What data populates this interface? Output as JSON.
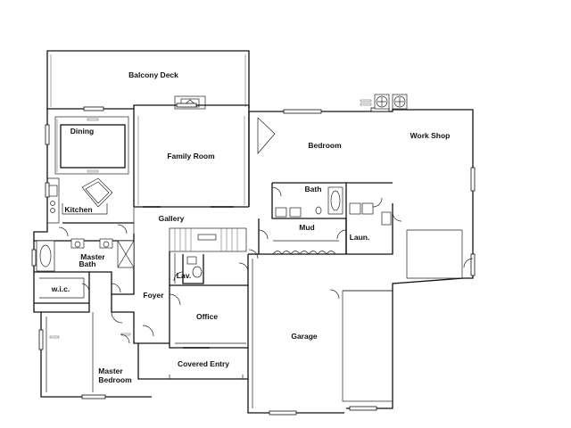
{
  "rooms": {
    "balcony_deck": "Balcony Deck",
    "dining": "Dining",
    "family_room": "Family Room",
    "bedroom": "Bedroom",
    "work_shop": "Work Shop",
    "kitchen": "Kitchen",
    "gallery": "Gallery",
    "bath": "Bath",
    "mud": "Mud",
    "laun": "Laun.",
    "master_bath_1": "Master",
    "master_bath_2": "Bath",
    "wic": "w.i.c.",
    "foyer": "Foyer",
    "lav": "Lav.",
    "office": "Office",
    "garage": "Garage",
    "master_bedroom_1": "Master",
    "master_bedroom_2": "Bedroom",
    "covered_entry": "Covered Entry"
  }
}
